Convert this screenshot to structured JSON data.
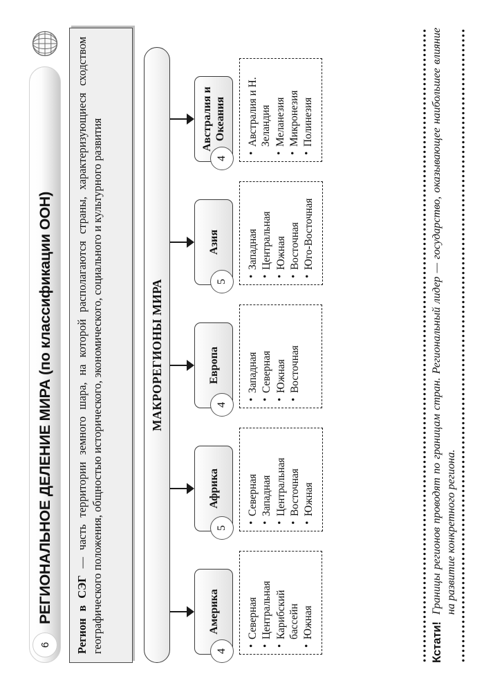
{
  "header": {
    "page_number": "6",
    "title": "РЕГИОНАЛЬНОЕ ДЕЛЕНИЕ МИРА (по классификации ООН)",
    "globe_icon": "globe-icon"
  },
  "definition": {
    "term": "Регион в СЭГ",
    "text": " — часть территории земного шара, на которой располагаются страны, характеризующиеся сходством географического положения, общностью исторического, экономического, социального и культурного развития"
  },
  "chart_data": {
    "type": "diagram",
    "title": "МАКРОРЕГИОНЫ МИРА",
    "branches": [
      {
        "name": "Америка",
        "count": "4",
        "items": [
          "Северная",
          "Центральная",
          "Карибский бассейн",
          "Южная"
        ]
      },
      {
        "name": "Африка",
        "count": "5",
        "items": [
          "Северная",
          "Западная",
          "Центральная",
          "Восточная",
          "Южная"
        ]
      },
      {
        "name": "Европа",
        "count": "4",
        "items": [
          "Западная",
          "Северная",
          "Южная",
          "Восточная"
        ]
      },
      {
        "name": "Азия",
        "count": "5",
        "items": [
          "Западная",
          "Центральная",
          "Южная",
          "Восточная",
          "Юго-Восточная"
        ]
      },
      {
        "name": "Австралия и Океания",
        "count": "4",
        "items": [
          "Австралия и Н. Зеландия",
          "Меланезия",
          "Микронезия",
          "Полинезия"
        ]
      }
    ]
  },
  "footer": {
    "title": "Кстати!",
    "text": "Границы регионов проводят по границам стран. Региональный лидер — государство, оказывающее наибольшее влияние на развитие конкретного региона."
  },
  "colors": {
    "ink": "#111111",
    "box_fill": "#efefef",
    "node_border": "#3a3a3a",
    "bar_gradient_end": "#c9c9c9"
  }
}
